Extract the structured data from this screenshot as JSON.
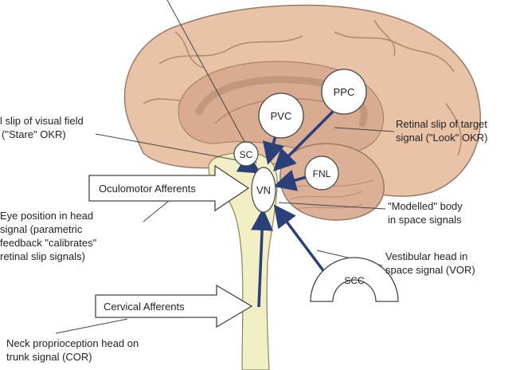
{
  "nodes": {
    "pvc": "PVC",
    "ppc": "PPC",
    "sc": "SC",
    "vn": "VN",
    "fnl": "FNL",
    "scc": "SCC"
  },
  "arrows": {
    "oculomotor": "Oculomotor Afferents",
    "cervical": "Cervical Afferents"
  },
  "labels": {
    "retinal_slip_field": [
      "l slip of visual field",
      "(\"Stare\" OKR)"
    ],
    "retinal_slip_target": [
      "Retinal slip of target",
      "signal (\"Look\" OKR)"
    ],
    "eye_position": [
      "Eye position in head",
      "signal (parametric",
      "feedback \"calibrates\"",
      "retinal slip signals)"
    ],
    "modelled_body": [
      "\"Modelled\" body",
      "in space signals"
    ],
    "vestibular_head": [
      "Vestibular head in",
      "space signal (VOR)"
    ],
    "neck_proprio": [
      "Neck proprioception head on",
      "trunk signal (COR)"
    ]
  },
  "colors": {
    "brain_outer": "#e9c3a8",
    "brain_inner": "#d9ab90",
    "brain_stroke": "#9a7a66",
    "brainstem": "#f3efc4",
    "arrow_blue": "#2b3f7a",
    "line": "#444444"
  }
}
